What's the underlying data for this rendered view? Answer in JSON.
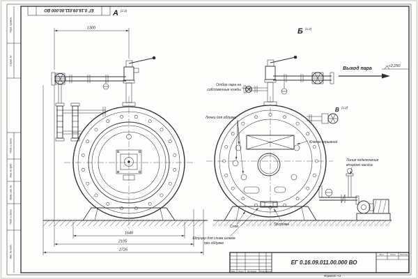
{
  "sheet": {
    "stamp_inverted": "ЕГ 0.16.09.011.00.000 ВО",
    "doc_number": "ЕГ 0.16.09.011.00.000  ВО",
    "format_label": "Формат А3",
    "margin_labels": [
      "Перв. примен.",
      "Справ. №",
      "Подп. и дата",
      "Инв. № дубл.",
      "Взам. инв. №",
      "Подп. и дата",
      "Инв. № подл."
    ],
    "title_block": {
      "izm": "Изм.",
      "list": "Лист",
      "dokum": "№ докум.",
      "podp": "Подп.",
      "data": "Дата",
      "lit": "Лит.",
      "list2": "Лист",
      "listov": "Листов"
    }
  },
  "views": {
    "a": {
      "letter": "А",
      "scale": "(1:2)"
    },
    "b": {
      "letter": "Б",
      "scale": "(1:2)"
    },
    "v": {
      "letter": "В",
      "scale": "(1:2)"
    }
  },
  "dimensions": {
    "top_span": "1300",
    "shell_dia": "1640",
    "length_mid": "2105",
    "length_total": "2725"
  },
  "callouts": {
    "steam_own_line1": "Отбор пара на",
    "steam_own_line2": "собственные нужды",
    "hatches": "Лючки для обдувки",
    "explosion_valve": "Клапан взрывной",
    "pump_line1": "Линия подключения",
    "pump_line2": "второго насоса",
    "steam_out": "Выход пара",
    "elevation": "+2,250",
    "drain": "Слив",
    "blowdown": "Продувка",
    "sludge_line1": "Штуцер для слива шлама",
    "sludge_line2": "при обдувке"
  }
}
